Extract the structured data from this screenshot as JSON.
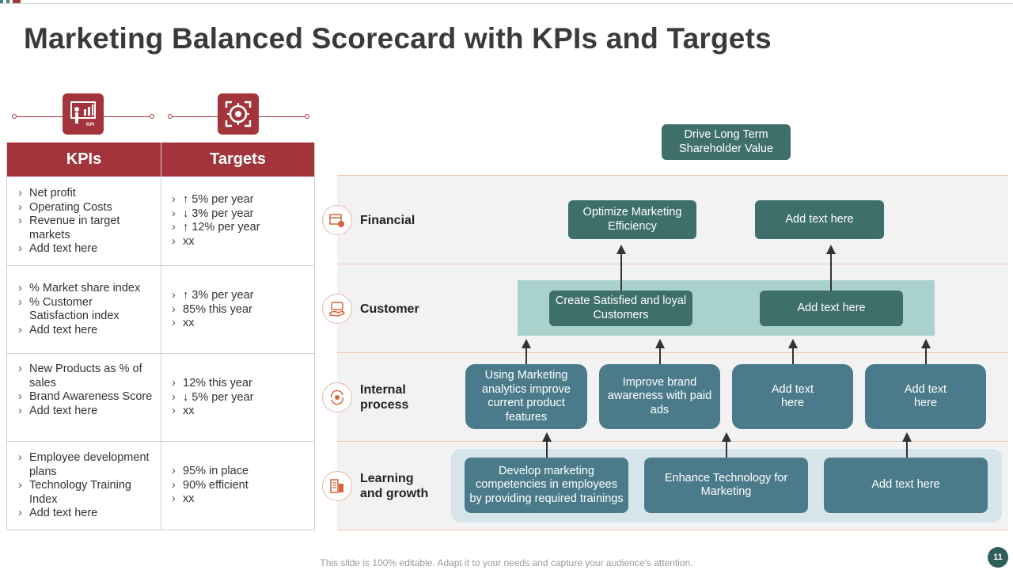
{
  "title": "Marketing Balanced Scorecard with KPIs and Targets",
  "colors": {
    "accent": "#a3343b",
    "node_dark": "#3e6f6a",
    "node_blue": "#4b7b8a",
    "band": "#f2f2f2"
  },
  "icons": {
    "kpi": "kpi-presentation-icon",
    "targets": "target-icon"
  },
  "table": {
    "headers": {
      "kpis": "KPIs",
      "targets": "Targets"
    },
    "rows": [
      {
        "kpis": [
          "Net profit",
          "Operating Costs",
          "Revenue in target markets",
          "Add text here"
        ],
        "targets": [
          "↑ 5% per year",
          "↓ 3% per year",
          "↑ 12% per year",
          "xx"
        ]
      },
      {
        "kpis": [
          "% Market share index",
          "% Customer Satisfaction index",
          "Add text here"
        ],
        "targets": [
          "↑ 3% per year",
          "85% this year",
          "xx"
        ]
      },
      {
        "kpis": [
          "New Products as % of sales",
          "Brand Awareness Score",
          "Add text here"
        ],
        "targets": [
          "12% this year",
          "↓ 5% per year",
          "xx"
        ]
      },
      {
        "kpis": [
          "Employee development plans",
          "Technology Training Index",
          "Add text  here"
        ],
        "targets": [
          "95% in place",
          "90% efficient",
          "xx"
        ]
      }
    ]
  },
  "perspectives": {
    "financial": "Financial",
    "customer": "Customer",
    "internal": "Internal process",
    "learning": "Learning and growth"
  },
  "nodes": {
    "top": "Drive Long Term Shareholder Value",
    "fin1": "Optimize Marketing Efficiency",
    "fin2": "Add text here",
    "cus1": "Create Satisfied and loyal Customers",
    "cus2": "Add text here",
    "int1": "Using Marketing analytics improve current product features",
    "int2": "Improve brand awareness with paid ads",
    "int3": "Add text here",
    "int4": "Add text here",
    "lrn1": "Develop marketing competencies in employees by providing required trainings",
    "lrn2": "Enhance Technology for Marketing",
    "lrn3": "Add text here"
  },
  "footer": "This slide is 100% editable. Adapt it to your needs and capture your audience's attention.",
  "page_number": "11"
}
